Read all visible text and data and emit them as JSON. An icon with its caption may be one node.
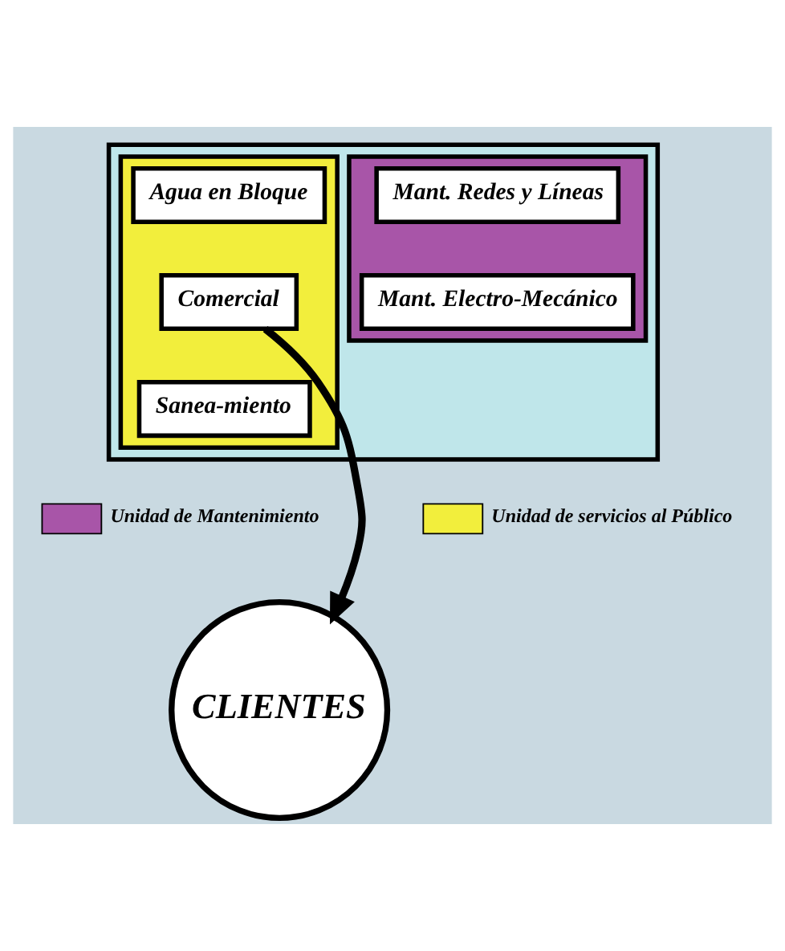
{
  "diagram": {
    "nodes": [
      {
        "text": [],
        "shape": "box"
      },
      {
        "text": [],
        "shape": "box",
        "in": 0
      },
      {
        "text": [],
        "shape": "box",
        "in": 0
      },
      {
        "text": [
          "Mant. Redes y Líneas"
        ],
        "in": 1
      },
      {
        "text": [
          "Agua en Bloque"
        ],
        "in": 2
      },
      {
        "text": [
          "Comercial"
        ],
        "in": 2
      },
      {
        "text": [
          "Mant. Electro-Mecánico"
        ],
        "in": 1
      },
      {
        "text": [
          "Sanea-miento"
        ],
        "in": 2
      },
      {
        "text": [
          "CLIENTES"
        ]
      }
    ],
    "edges": [
      {
        "from": 5,
        "to": 8,
        "arrow": "to"
      }
    ],
    "legend": [
      {
        "text": "Unidad de Mantenimiento",
        "color": "#a855a8"
      },
      {
        "text": "Unidad de servicios al Público",
        "color": "#f2ee3c"
      }
    ]
  }
}
